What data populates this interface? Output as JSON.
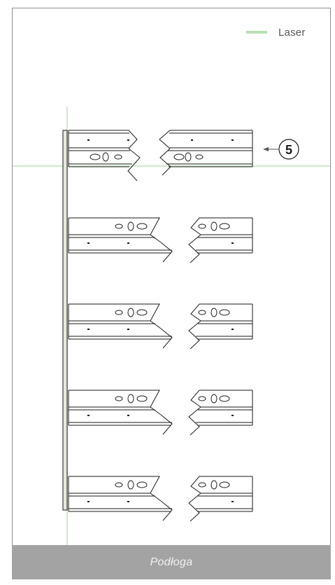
{
  "legend": {
    "label": "Laser",
    "color": "#b8dfb5"
  },
  "floor": {
    "label": "Podłoga",
    "color": "#a3a3a3"
  },
  "callout": {
    "number": "5"
  },
  "colors": {
    "laser": "#c9e6c6",
    "line": "#1a1a1a",
    "post": "#e6e6d8"
  },
  "rails": [
    {
      "type": "top",
      "marker": "callout-5"
    },
    {
      "type": "standard"
    },
    {
      "type": "standard"
    },
    {
      "type": "standard"
    },
    {
      "type": "bottom"
    }
  ]
}
